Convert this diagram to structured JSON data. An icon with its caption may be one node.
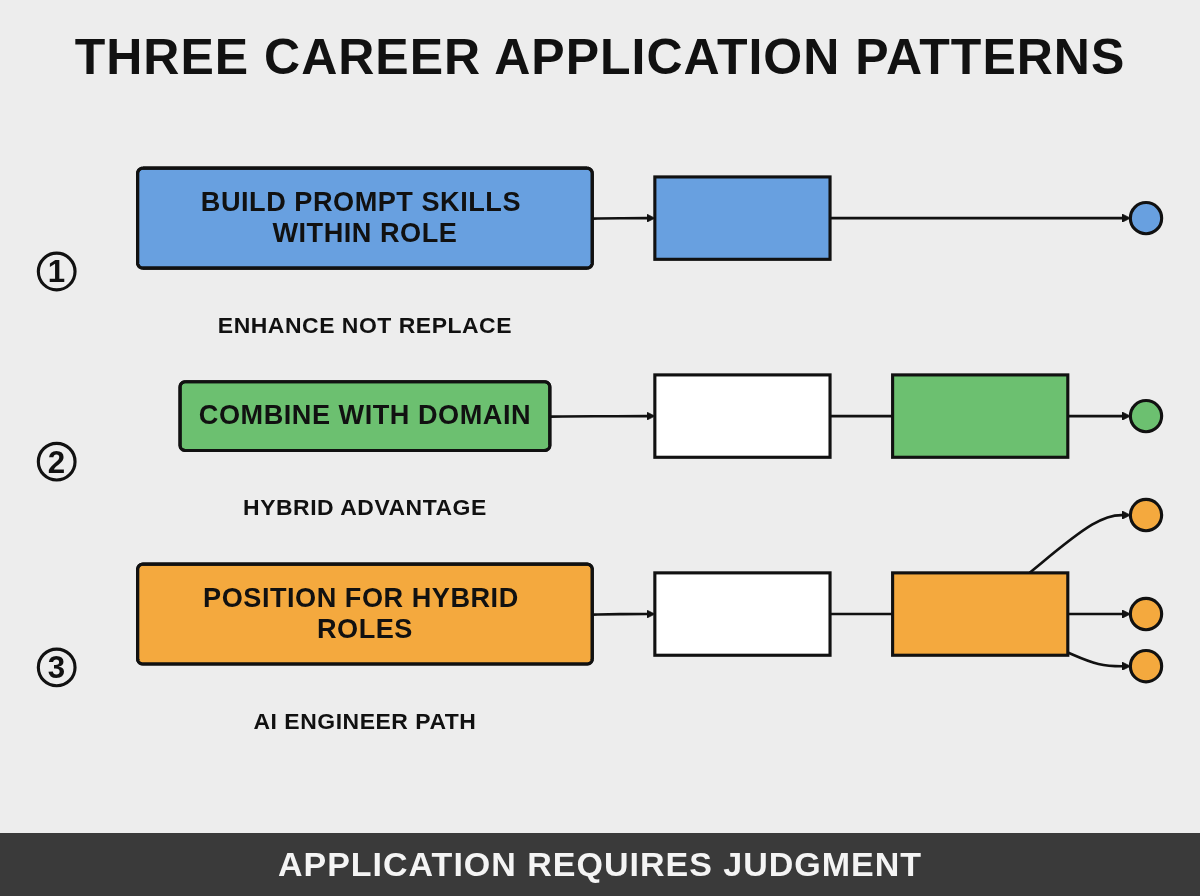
{
  "diagram": {
    "title": "THREE CAREER APPLICATION PATTERNS",
    "caption": "APPLICATION REQUIRES JUDGMENT",
    "nodes": [
      {
        "text": [
          "1"
        ]
      },
      {
        "text": [
          "BUILD PROMPT SKILLS WITHIN ROLE"
        ],
        "beside": [
          "ENHANCE NOT REPLACE"
        ]
      },
      {
        "text": [],
        "shape": "box"
      },
      {
        "text": [],
        "shape": "circle"
      },
      {
        "text": [
          "2"
        ]
      },
      {
        "text": [
          "COMBINE WITH DOMAIN"
        ],
        "beside": [
          "HYBRID ADVANTAGE"
        ]
      },
      {
        "text": [],
        "shape": "box"
      },
      {
        "text": [],
        "shape": "box"
      },
      {
        "text": [],
        "shape": "circle"
      },
      {
        "text": [
          "3"
        ]
      },
      {
        "text": [
          "POSITION FOR HYBRID ROLES"
        ],
        "beside": [
          "AI ENGINEER PATH"
        ]
      },
      {
        "text": [],
        "shape": "box"
      },
      {
        "text": [],
        "shape": "box"
      },
      {
        "text": [],
        "shape": "circle"
      },
      {
        "text": [],
        "shape": "circle"
      },
      {
        "text": [],
        "shape": "circle"
      }
    ],
    "edges": [
      {
        "from": 1,
        "to": 2,
        "arrow": "to"
      },
      {
        "from": 2,
        "to": 3,
        "arrow": "to"
      },
      {
        "from": 5,
        "to": 6,
        "arrow": "to"
      },
      {
        "from": 6,
        "to": 7,
        "arrow": "none"
      },
      {
        "from": 7,
        "to": 8,
        "arrow": "to"
      },
      {
        "from": 10,
        "to": 11,
        "arrow": "to"
      },
      {
        "from": 11,
        "to": 12,
        "arrow": "none"
      },
      {
        "from": 12,
        "to": 13,
        "arrow": "to"
      },
      {
        "from": 12,
        "to": 14,
        "arrow": "to"
      },
      {
        "from": 12,
        "to": 15,
        "arrow": "to"
      }
    ]
  }
}
